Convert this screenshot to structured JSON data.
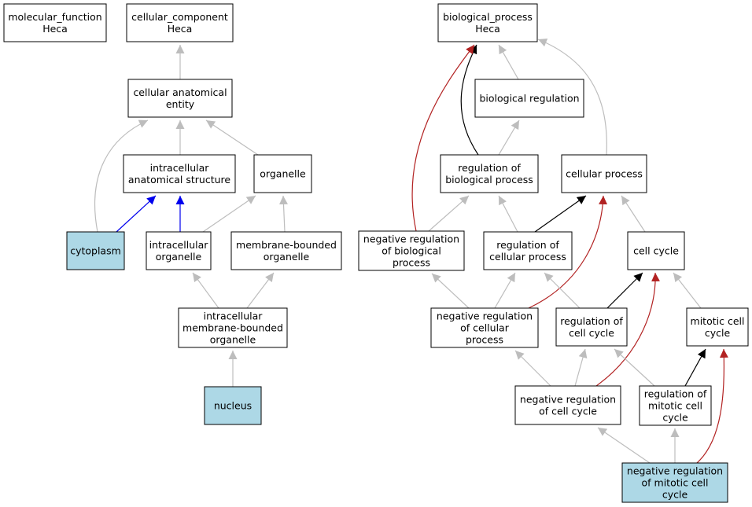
{
  "colors": {
    "highlight": "#add8e6",
    "plain": "#ffffff",
    "is_a": "#bdbdbd",
    "part_of": "#0000ee",
    "regulates": "#000000",
    "negatively_regulates": "#b22222"
  },
  "nodes": [
    {
      "id": "mf",
      "lines": [
        "molecular_function",
        "Heca"
      ],
      "highlight": false
    },
    {
      "id": "cc",
      "lines": [
        "cellular_component",
        "Heca"
      ],
      "highlight": false
    },
    {
      "id": "bp",
      "lines": [
        "biological_process",
        "Heca"
      ],
      "highlight": false
    },
    {
      "id": "cae",
      "lines": [
        "cellular anatomical",
        "entity"
      ],
      "highlight": false
    },
    {
      "id": "ias",
      "lines": [
        "intracellular",
        "anatomical structure"
      ],
      "highlight": false
    },
    {
      "id": "organelle",
      "lines": [
        "organelle"
      ],
      "highlight": false
    },
    {
      "id": "cytoplasm",
      "lines": [
        "cytoplasm"
      ],
      "highlight": true
    },
    {
      "id": "io",
      "lines": [
        "intracellular",
        "organelle"
      ],
      "highlight": false
    },
    {
      "id": "mbo",
      "lines": [
        "membrane-bounded",
        "organelle"
      ],
      "highlight": false
    },
    {
      "id": "imbo",
      "lines": [
        "intracellular",
        "membrane-bounded",
        "organelle"
      ],
      "highlight": false
    },
    {
      "id": "nucleus",
      "lines": [
        "nucleus"
      ],
      "highlight": true
    },
    {
      "id": "breg",
      "lines": [
        "biological regulation"
      ],
      "highlight": false
    },
    {
      "id": "rbp",
      "lines": [
        "regulation of",
        "biological process"
      ],
      "highlight": false
    },
    {
      "id": "cp",
      "lines": [
        "cellular process"
      ],
      "highlight": false
    },
    {
      "id": "nrbp",
      "lines": [
        "negative regulation",
        "of biological",
        "process"
      ],
      "highlight": false
    },
    {
      "id": "rcp",
      "lines": [
        "regulation of",
        "cellular process"
      ],
      "highlight": false
    },
    {
      "id": "cellcycle",
      "lines": [
        "cell cycle"
      ],
      "highlight": false
    },
    {
      "id": "nrcp",
      "lines": [
        "negative regulation",
        "of cellular",
        "process"
      ],
      "highlight": false
    },
    {
      "id": "rcc",
      "lines": [
        "regulation of",
        "cell cycle"
      ],
      "highlight": false
    },
    {
      "id": "mcc",
      "lines": [
        "mitotic cell",
        "cycle"
      ],
      "highlight": false
    },
    {
      "id": "nrcc",
      "lines": [
        "negative regulation",
        "of cell cycle"
      ],
      "highlight": false
    },
    {
      "id": "rmcc",
      "lines": [
        "regulation of",
        "mitotic cell",
        "cycle"
      ],
      "highlight": false
    },
    {
      "id": "nrmcc",
      "lines": [
        "negative regulation",
        "of mitotic cell",
        "cycle"
      ],
      "highlight": true
    }
  ],
  "edges": [
    {
      "from": "cae",
      "to": "cc",
      "relation": "is_a"
    },
    {
      "from": "ias",
      "to": "cae",
      "relation": "is_a"
    },
    {
      "from": "organelle",
      "to": "cae",
      "relation": "is_a"
    },
    {
      "from": "cytoplasm",
      "to": "cae",
      "relation": "is_a"
    },
    {
      "from": "cytoplasm",
      "to": "ias",
      "relation": "part_of"
    },
    {
      "from": "io",
      "to": "ias",
      "relation": "part_of"
    },
    {
      "from": "io",
      "to": "organelle",
      "relation": "is_a"
    },
    {
      "from": "mbo",
      "to": "organelle",
      "relation": "is_a"
    },
    {
      "from": "imbo",
      "to": "io",
      "relation": "is_a"
    },
    {
      "from": "imbo",
      "to": "mbo",
      "relation": "is_a"
    },
    {
      "from": "nucleus",
      "to": "imbo",
      "relation": "is_a"
    },
    {
      "from": "breg",
      "to": "bp",
      "relation": "is_a"
    },
    {
      "from": "cp",
      "to": "bp",
      "relation": "is_a"
    },
    {
      "from": "rbp",
      "to": "breg",
      "relation": "is_a"
    },
    {
      "from": "rbp",
      "to": "bp",
      "relation": "regulates"
    },
    {
      "from": "nrbp",
      "to": "bp",
      "relation": "negatively_regulates"
    },
    {
      "from": "nrbp",
      "to": "rbp",
      "relation": "is_a"
    },
    {
      "from": "rcp",
      "to": "rbp",
      "relation": "is_a"
    },
    {
      "from": "rcp",
      "to": "cp",
      "relation": "regulates"
    },
    {
      "from": "cellcycle",
      "to": "cp",
      "relation": "is_a"
    },
    {
      "from": "nrcp",
      "to": "nrbp",
      "relation": "is_a"
    },
    {
      "from": "nrcp",
      "to": "rcp",
      "relation": "is_a"
    },
    {
      "from": "nrcp",
      "to": "cp",
      "relation": "negatively_regulates"
    },
    {
      "from": "rcc",
      "to": "rcp",
      "relation": "is_a"
    },
    {
      "from": "rcc",
      "to": "cellcycle",
      "relation": "regulates"
    },
    {
      "from": "mcc",
      "to": "cellcycle",
      "relation": "is_a"
    },
    {
      "from": "nrcc",
      "to": "nrcp",
      "relation": "is_a"
    },
    {
      "from": "nrcc",
      "to": "rcc",
      "relation": "is_a"
    },
    {
      "from": "nrcc",
      "to": "cellcycle",
      "relation": "negatively_regulates"
    },
    {
      "from": "rmcc",
      "to": "rcc",
      "relation": "is_a"
    },
    {
      "from": "rmcc",
      "to": "mcc",
      "relation": "regulates"
    },
    {
      "from": "nrmcc",
      "to": "nrcc",
      "relation": "is_a"
    },
    {
      "from": "nrmcc",
      "to": "rmcc",
      "relation": "is_a"
    },
    {
      "from": "nrmcc",
      "to": "mcc",
      "relation": "negatively_regulates"
    }
  ]
}
